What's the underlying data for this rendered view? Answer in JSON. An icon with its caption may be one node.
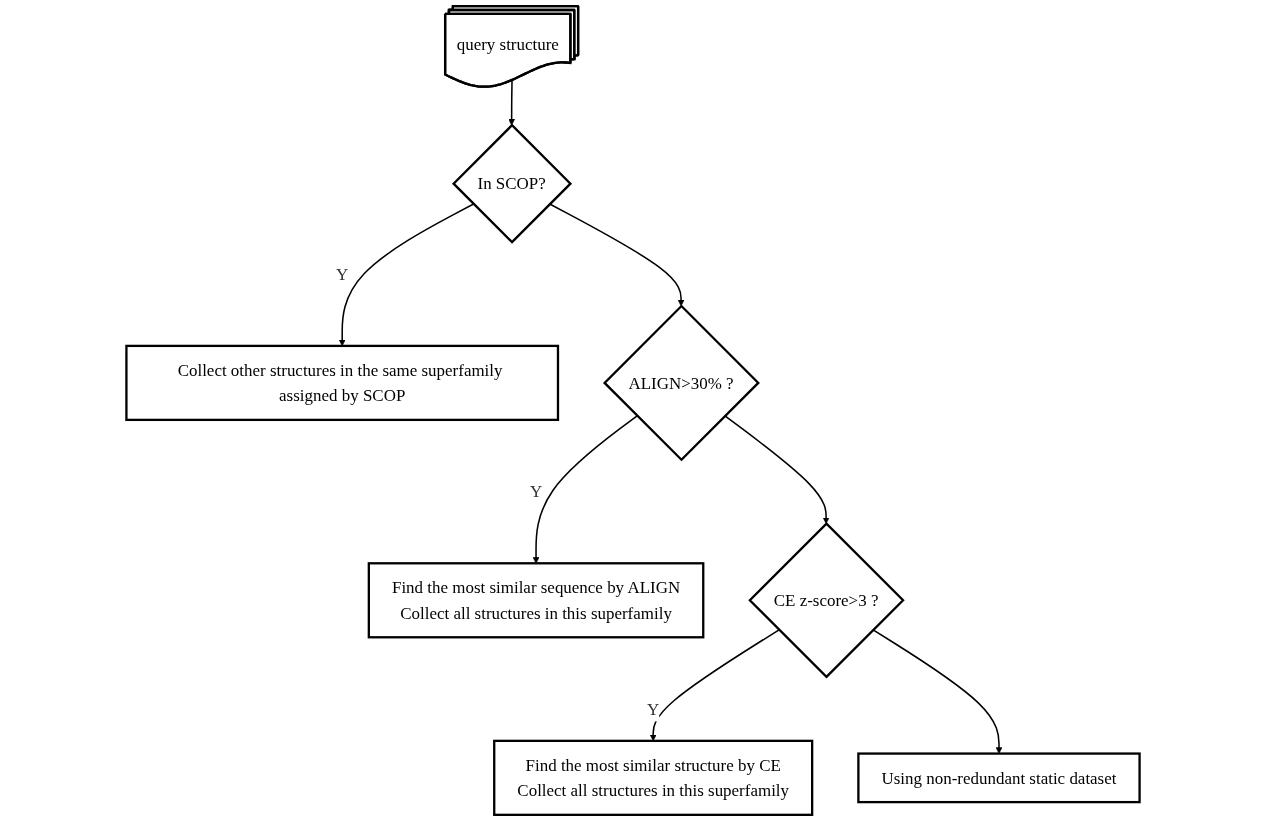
{
  "diagram": {
    "nodes": [
      {
        "text": [
          "query structure"
        ]
      },
      {
        "text": [
          "In SCOP?"
        ]
      },
      {
        "text": [
          "Collect other structures in the same superfamily assigned by SCOP"
        ]
      },
      {
        "text": [
          "ALIGN>30% ?"
        ]
      },
      {
        "text": [
          "Find the most similar sequence by ALIGN",
          "Collect all structures in this superfamily"
        ]
      },
      {
        "text": [
          "CE z-score>3 ?"
        ]
      },
      {
        "text": [
          "Find the most similar structure by CE",
          "Collect all structures in this superfamily"
        ]
      },
      {
        "text": [
          "Using non-redundant static dataset"
        ]
      }
    ],
    "edges": [
      {
        "from": 0,
        "to": 1,
        "arrow": "to"
      },
      {
        "from": 1,
        "to": 2,
        "arrow": "to",
        "label": "Y"
      },
      {
        "from": 1,
        "to": 3,
        "arrow": "to"
      },
      {
        "from": 3,
        "to": 4,
        "arrow": "to",
        "label": "Y"
      },
      {
        "from": 3,
        "to": 5,
        "arrow": "to"
      },
      {
        "from": 5,
        "to": 6,
        "arrow": "to",
        "label": "Y"
      },
      {
        "from": 5,
        "to": 7,
        "arrow": "to"
      }
    ]
  }
}
